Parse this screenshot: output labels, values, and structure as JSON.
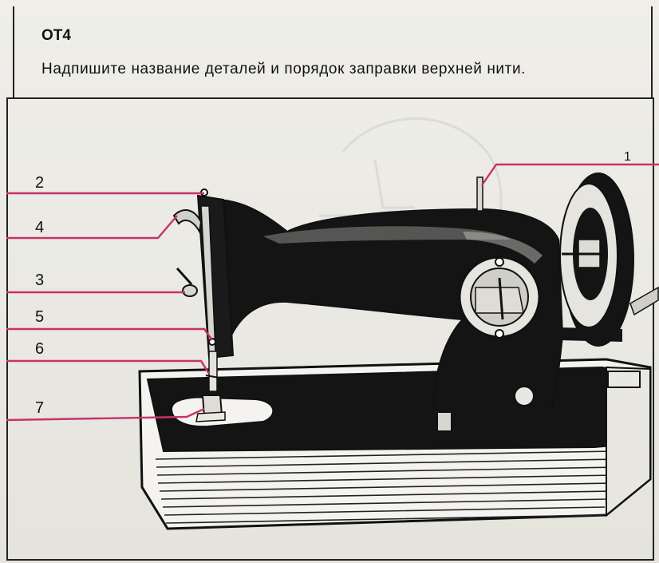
{
  "task": {
    "code": "ОТ4",
    "instruction": "Надпишите название деталей и порядок заправки верхней нити."
  },
  "callouts": [
    {
      "id": "1",
      "label": "1"
    },
    {
      "id": "2",
      "label": "2"
    },
    {
      "id": "3",
      "label": "3"
    },
    {
      "id": "4",
      "label": "4"
    },
    {
      "id": "5",
      "label": "5"
    },
    {
      "id": "6",
      "label": "6"
    },
    {
      "id": "7",
      "label": "7"
    }
  ],
  "colors": {
    "leader_line": "#c8326c",
    "machine_body": "#141414",
    "table": "#f3f2ee",
    "ink": "#111111"
  }
}
